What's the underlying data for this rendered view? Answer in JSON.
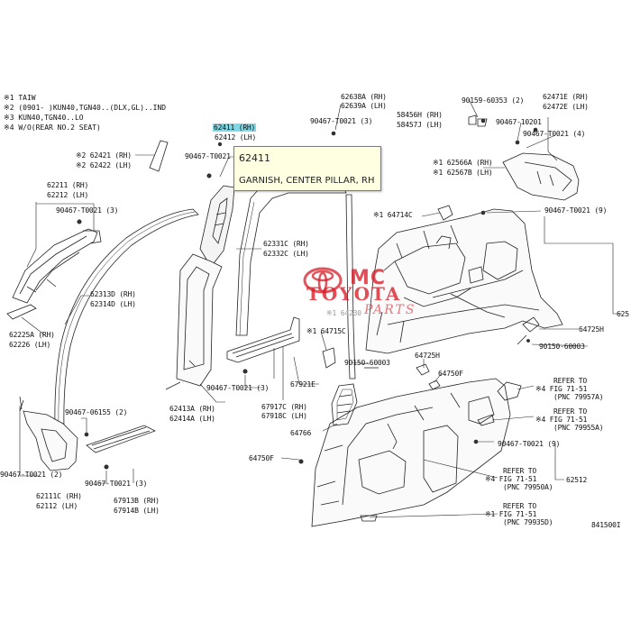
{
  "notes": [
    "※1 TAIW",
    "※2 (0901-    )KUN40,TGN40..(DLX,GL)..IND",
    "※3 KUN40,TGN40..LO",
    "※4 W/O(REAR NO.2 SEAT)"
  ],
  "selected_part": {
    "number_rh": "62411 (RH)",
    "number_lh": "62412 (LH)"
  },
  "tooltip": {
    "part_number": "62411",
    "description": "GARNISH, CENTER PILLAR, RH"
  },
  "watermark": {
    "line1": "MC",
    "line2": "TOYOTA",
    "line3": "PARTS"
  },
  "labels": {
    "l_62421": "※2 62421 (RH)",
    "l_62422": "※2 62422 (LH)",
    "l_62211": "62211 (RH)",
    "l_62212": "62212 (LH)",
    "l_90467_t0021_3a": "90467-T0021 (3)",
    "l_90467_t0021_mid": "90467-T0021",
    "l_62313d": "62313D (RH)",
    "l_62314d": "62314D (LH)",
    "l_62225a": "62225A (RH)",
    "l_62226": "62226 (LH)",
    "l_62331c": "62331C (RH)",
    "l_62332c": "62332C (LH)",
    "l_62413a": "62413A (RH)",
    "l_62414a": "62414A (LH)",
    "l_90467_t0021_3b": "90467-T0021 (3)",
    "l_67917c": "67917C (RH)",
    "l_67918c": "67918C (LH)",
    "l_67921e": "67921E",
    "l_90467_06155": "90467-06155 (2)",
    "l_90467_t0021_2": "90467-T0021 (2)",
    "l_62111c": "62111C (RH)",
    "l_62112": "62112 (LH)",
    "l_90467_t0021_3c": "90467-T0021 (3)",
    "l_67913b": "67913B (RH)",
    "l_67914b": "67914B (LH)",
    "l_62638a": "62638A (RH)",
    "l_62639a": "62639A (LH)",
    "l_90467_t0021_3d": "90467-T0021 (3)",
    "l_58456h": "58456H (RH)",
    "l_58457j": "58457J (LH)",
    "l_90159": "90159-60353 (2)",
    "l_62471e": "62471E (RH)",
    "l_62472e": "62472E (LH)",
    "l_90467_10201": "90467-10201",
    "l_90467_t0021_4": "90467-T0021 (4)",
    "l_62566a": "※1 62566A (RH)",
    "l_62567b": "※1 62567B (LH)",
    "l_64714c": "※1 64714C",
    "l_90467_t0021_9a": "90467-T0021 (9)",
    "l_625": "625",
    "l_64725h_r": "64725H",
    "l_90150_r": "90150-60003",
    "l_64715c": "※1 64715C",
    "l_64230": "※1 64230",
    "l_90150_m": "90150-60003",
    "l_64725h_m": "64725H",
    "l_64750f_m": "64750F",
    "l_refer1_a": "REFER TO",
    "l_refer1_b": "※4 FIG 71-51",
    "l_refer1_c": "(PNC 79957A)",
    "l_refer2_a": "REFER TO",
    "l_refer2_b": "※4 FIG 71-51",
    "l_refer2_c": "(PNC 79955A)",
    "l_64766": "64766",
    "l_90467_t0021_9b": "90467-T0021 (9)",
    "l_64750f_l": "64750F",
    "l_refer3_a": "REFER TO",
    "l_refer3_b": "※4 FIG 71-51",
    "l_refer3_c": "(PNC 79950A)",
    "l_62512": "62512",
    "l_refer4_a": "REFER TO",
    "l_refer4_b": "※1 FIG 71-51",
    "l_refer4_c": "(PNC 79935D)",
    "l_code": "841500I"
  }
}
